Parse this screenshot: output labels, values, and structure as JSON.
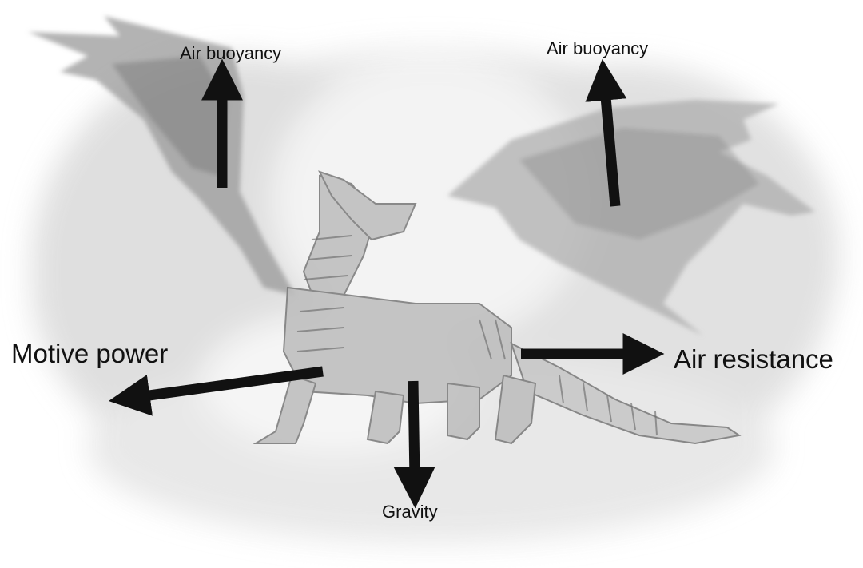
{
  "diagram": {
    "forces": [
      {
        "id": "buoyancy-left",
        "label": "Air buoyancy"
      },
      {
        "id": "buoyancy-right",
        "label": "Air buoyancy"
      },
      {
        "id": "motive",
        "label": "Motive power"
      },
      {
        "id": "resistance",
        "label": "Air resistance"
      },
      {
        "id": "gravity",
        "label": "Gravity"
      }
    ],
    "illustration": "dragon-sketch",
    "colors": {
      "arrow": "#111111",
      "text": "#111111",
      "background": "#ffffff",
      "sketch": "#8a8a8a"
    }
  }
}
